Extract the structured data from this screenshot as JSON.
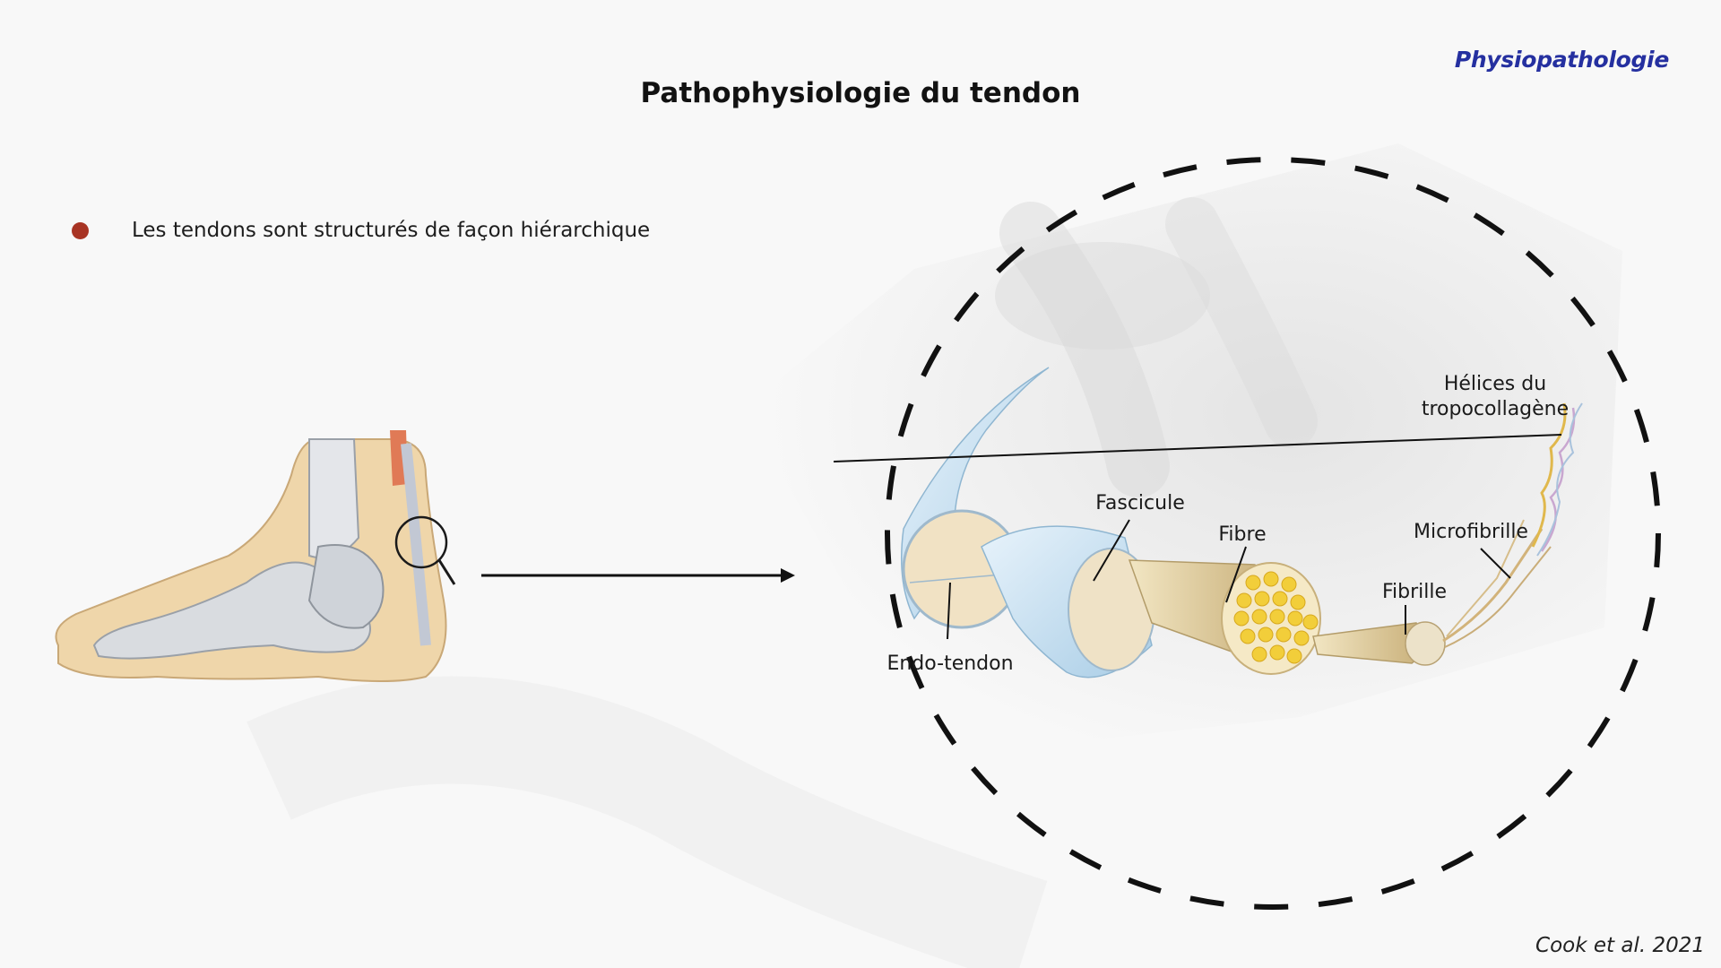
{
  "slide": {
    "section_tag": "Physiopathologie",
    "title": "Pathophysiologie du tendon",
    "bullet": "Les tendons sont structurés de façon hiérarchique",
    "citation": "Cook et al. 2021"
  },
  "diagram": {
    "labels": {
      "endo_tendon": "Endo-tendon",
      "fascicule": "Fascicule",
      "fibre": "Fibre",
      "fibrille": "Fibrille",
      "microfibrille": "Microfibrille",
      "helices_line1": "Hélices du",
      "helices_line2": "tropocollagène"
    }
  },
  "colors": {
    "section_tag": "#2530a0",
    "bullet": "#a83424",
    "sheath_blue": "#bcd8ec",
    "fibre_gold": "#dcc892",
    "fibril_yellow": "#f2ce3a"
  }
}
